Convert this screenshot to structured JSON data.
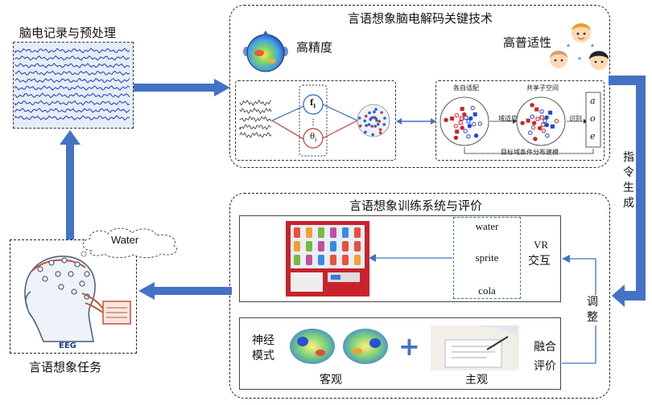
{
  "eeg_section": {
    "title": "脑电记录与预处理"
  },
  "task_section": {
    "cloud_text": "Water",
    "eeg_label": "EEG",
    "title": "言语想象任务"
  },
  "decoding_section": {
    "title": "言语想象脑电解码关键技术",
    "high_precision": "高精度",
    "high_universality": "高普适性",
    "domain_adapt": {
      "source_label": "各自适配",
      "shared_label": "共享子空间",
      "adapt_label": "域适应",
      "recognize_label": "识别",
      "bottom_label": "目标域条件分布建模",
      "vowels": [
        "a",
        "o",
        "e"
      ]
    },
    "net_labels": {
      "feature": "f",
      "feature_sub": "i",
      "theta": "θ",
      "theta_sub": "i"
    }
  },
  "instruction_label": "指令生成",
  "training_section": {
    "title": "言语想象训练系统与评价",
    "options": [
      "water",
      "sprite",
      "cola"
    ],
    "vr_label": "VR",
    "vr_sub": "交互",
    "adjust_label": "调整",
    "neural_pattern": "神经模式",
    "objective": "客观",
    "subjective": "主观",
    "fusion_eval": "融合评价",
    "plus": "+"
  },
  "colors": {
    "arrow": "#4472c4",
    "dashed": "#222222",
    "eeg_trace": "#1f3fbf",
    "green_dash": "#2e8b3d"
  }
}
